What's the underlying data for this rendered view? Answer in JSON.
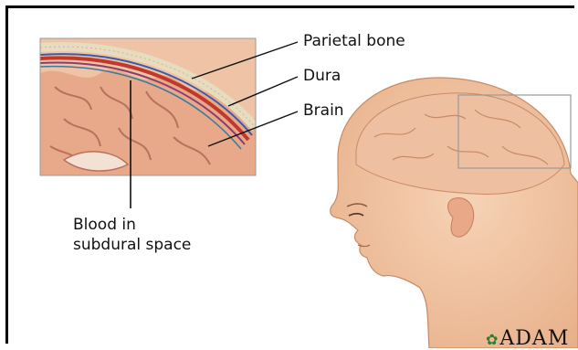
{
  "labels": {
    "parietal_bone": "Parietal bone",
    "dura": "Dura",
    "brain": "Brain",
    "blood_line1": "Blood in",
    "blood_line2": "subdural space"
  },
  "logo": {
    "text": "ADAM"
  },
  "colors": {
    "skin": "#f1c7a4",
    "brain_tissue": "#e9b28f",
    "dura_red": "#c0392b",
    "bone": "#e8dcc0",
    "inset_border": "#9a9a9a"
  }
}
